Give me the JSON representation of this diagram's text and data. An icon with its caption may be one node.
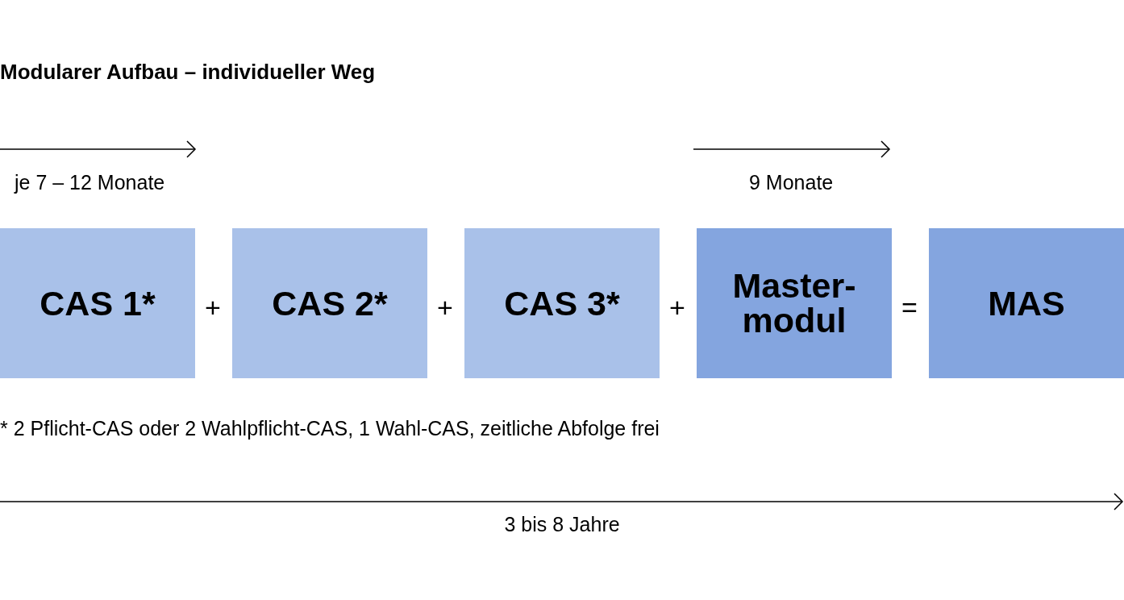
{
  "diagram": {
    "title": "Modularer Aufbau – individueller Weg",
    "nodes": [
      {
        "text": [
          "CAS 1*"
        ]
      },
      {
        "text": [
          "CAS 2*"
        ]
      },
      {
        "text": [
          "CAS 3*"
        ]
      },
      {
        "text": [
          "Master-modul"
        ]
      },
      {
        "text": [
          "MAS"
        ]
      }
    ],
    "labels": [
      "je 7 – 12 Monate",
      "9 Monate",
      "+",
      "+",
      "+",
      "=",
      "* 2 Pflicht-CAS oder 2 Wahlpflicht-CAS, 1 Wahl-CAS, zeitliche Abfolge frei",
      "3 bis 8 Jahre"
    ]
  }
}
